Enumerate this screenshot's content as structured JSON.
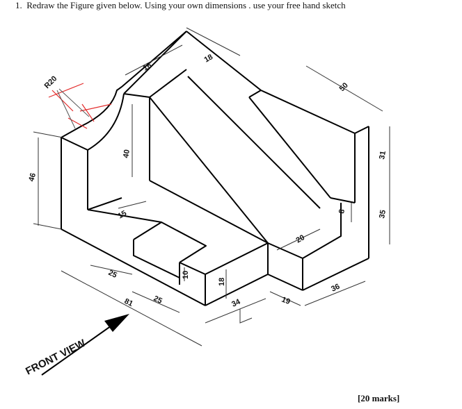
{
  "question": {
    "number": "1.",
    "text": "Redraw the Figure given below. Using your own  dimensions  . use your free hand sketch"
  },
  "marks": "[20 marks]",
  "figure": {
    "view_label": "FRONT VIEW",
    "radius_label": "R20",
    "dims": {
      "d46": "46",
      "d16": "16",
      "d18_top": "18",
      "d50": "50",
      "d40": "40",
      "d15": "15",
      "d25a": "25",
      "d81": "81",
      "d25b": "25",
      "d10": "10",
      "d18_side": "18",
      "d34": "34",
      "d19": "19",
      "d36": "36",
      "d20": "20",
      "d8": "8",
      "d31": "31",
      "d35": "35"
    }
  }
}
